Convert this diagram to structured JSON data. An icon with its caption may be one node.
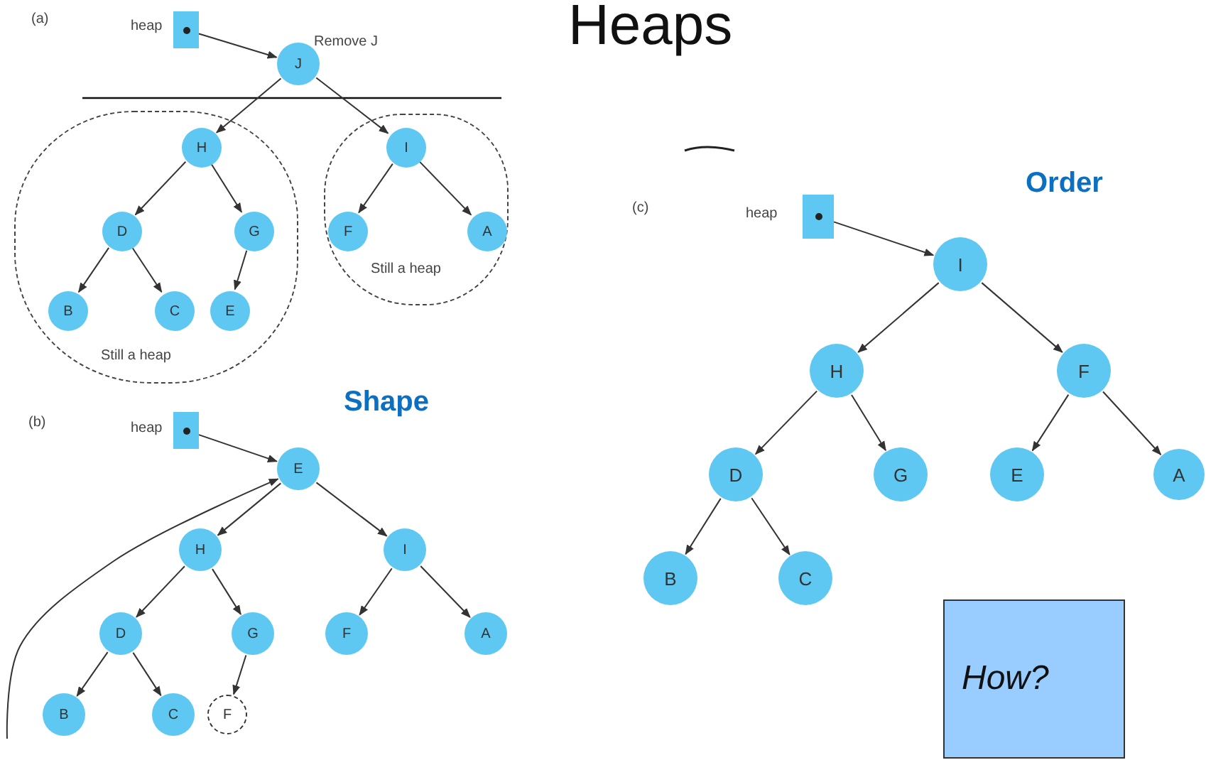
{
  "diagram": {
    "title": "Heaps",
    "nodes": [
      {
        "text": [],
        "shape": "box",
        "beside": [
          "heap"
        ]
      },
      {
        "text": [
          "J"
        ],
        "beside": [
          "Remove J"
        ]
      },
      {
        "text": [
          "Still a heap"
        ]
      },
      {
        "text": [
          "H"
        ],
        "in": 2
      },
      {
        "text": [
          "D"
        ],
        "in": 2
      },
      {
        "text": [
          "G"
        ],
        "in": 2
      },
      {
        "text": [
          "B"
        ],
        "in": 2
      },
      {
        "text": [
          "C"
        ],
        "in": 2
      },
      {
        "text": [
          "E"
        ],
        "in": 2
      },
      {
        "text": [
          "Still a heap"
        ]
      },
      {
        "text": [
          "I"
        ],
        "in": 9
      },
      {
        "text": [
          "F"
        ],
        "in": 9
      },
      {
        "text": [
          "A"
        ],
        "in": 9
      },
      {
        "text": [],
        "shape": "box",
        "beside": [
          "heap"
        ]
      },
      {
        "text": [
          "E"
        ]
      },
      {
        "text": [
          "H"
        ]
      },
      {
        "text": [
          "I"
        ]
      },
      {
        "text": [
          "D"
        ]
      },
      {
        "text": [
          "G"
        ]
      },
      {
        "text": [
          "F"
        ]
      },
      {
        "text": [
          "A"
        ]
      },
      {
        "text": [
          "B"
        ]
      },
      {
        "text": [
          "C"
        ]
      },
      {
        "text": [
          "F"
        ]
      },
      {
        "text": [],
        "shape": "box",
        "beside": [
          "heap"
        ]
      },
      {
        "text": [
          "I"
        ]
      },
      {
        "text": [
          "H"
        ]
      },
      {
        "text": [
          "F"
        ]
      },
      {
        "text": [
          "D"
        ]
      },
      {
        "text": [
          "G"
        ]
      },
      {
        "text": [
          "E"
        ]
      },
      {
        "text": [
          "A"
        ]
      },
      {
        "text": [
          "B"
        ]
      },
      {
        "text": [
          "C"
        ]
      },
      {
        "text": [
          "How?"
        ]
      }
    ],
    "edges": [
      {
        "from": 0,
        "to": 1,
        "arrow": "to"
      },
      {
        "from": 1,
        "to": 3,
        "arrow": "to"
      },
      {
        "from": 1,
        "to": 10,
        "arrow": "to"
      },
      {
        "from": 3,
        "to": 4,
        "arrow": "to"
      },
      {
        "from": 3,
        "to": 5,
        "arrow": "to"
      },
      {
        "from": 4,
        "to": 6,
        "arrow": "to"
      },
      {
        "from": 4,
        "to": 7,
        "arrow": "to"
      },
      {
        "from": 5,
        "to": 8,
        "arrow": "to"
      },
      {
        "from": 10,
        "to": 11,
        "arrow": "to"
      },
      {
        "from": 10,
        "to": 12,
        "arrow": "to"
      },
      {
        "from": 13,
        "to": 14,
        "arrow": "to"
      },
      {
        "from": 14,
        "to": 15,
        "arrow": "to"
      },
      {
        "from": 14,
        "to": 16,
        "arrow": "to"
      },
      {
        "from": 15,
        "to": 17,
        "arrow": "to"
      },
      {
        "from": 15,
        "to": 18,
        "arrow": "to"
      },
      {
        "from": 16,
        "to": 19,
        "arrow": "to"
      },
      {
        "from": 16,
        "to": 20,
        "arrow": "to"
      },
      {
        "from": 17,
        "to": 21,
        "arrow": "to"
      },
      {
        "from": 17,
        "to": 22,
        "arrow": "to"
      },
      {
        "from": 18,
        "to": 23,
        "arrow": "to"
      },
      {
        "from": null,
        "to": 14,
        "arrow": "to"
      },
      {
        "from": 24,
        "to": 25,
        "arrow": "to"
      },
      {
        "from": 25,
        "to": 26,
        "arrow": "to"
      },
      {
        "from": 25,
        "to": 27,
        "arrow": "to"
      },
      {
        "from": 26,
        "to": 28,
        "arrow": "to"
      },
      {
        "from": 26,
        "to": 29,
        "arrow": "to"
      },
      {
        "from": 27,
        "to": 30,
        "arrow": "to"
      },
      {
        "from": 27,
        "to": 31,
        "arrow": "to"
      },
      {
        "from": 28,
        "to": 32,
        "arrow": "to"
      },
      {
        "from": 28,
        "to": 33,
        "arrow": "to"
      }
    ],
    "labels": [
      "(a)",
      "(b)",
      "Shape",
      "(c)",
      "Order"
    ]
  }
}
